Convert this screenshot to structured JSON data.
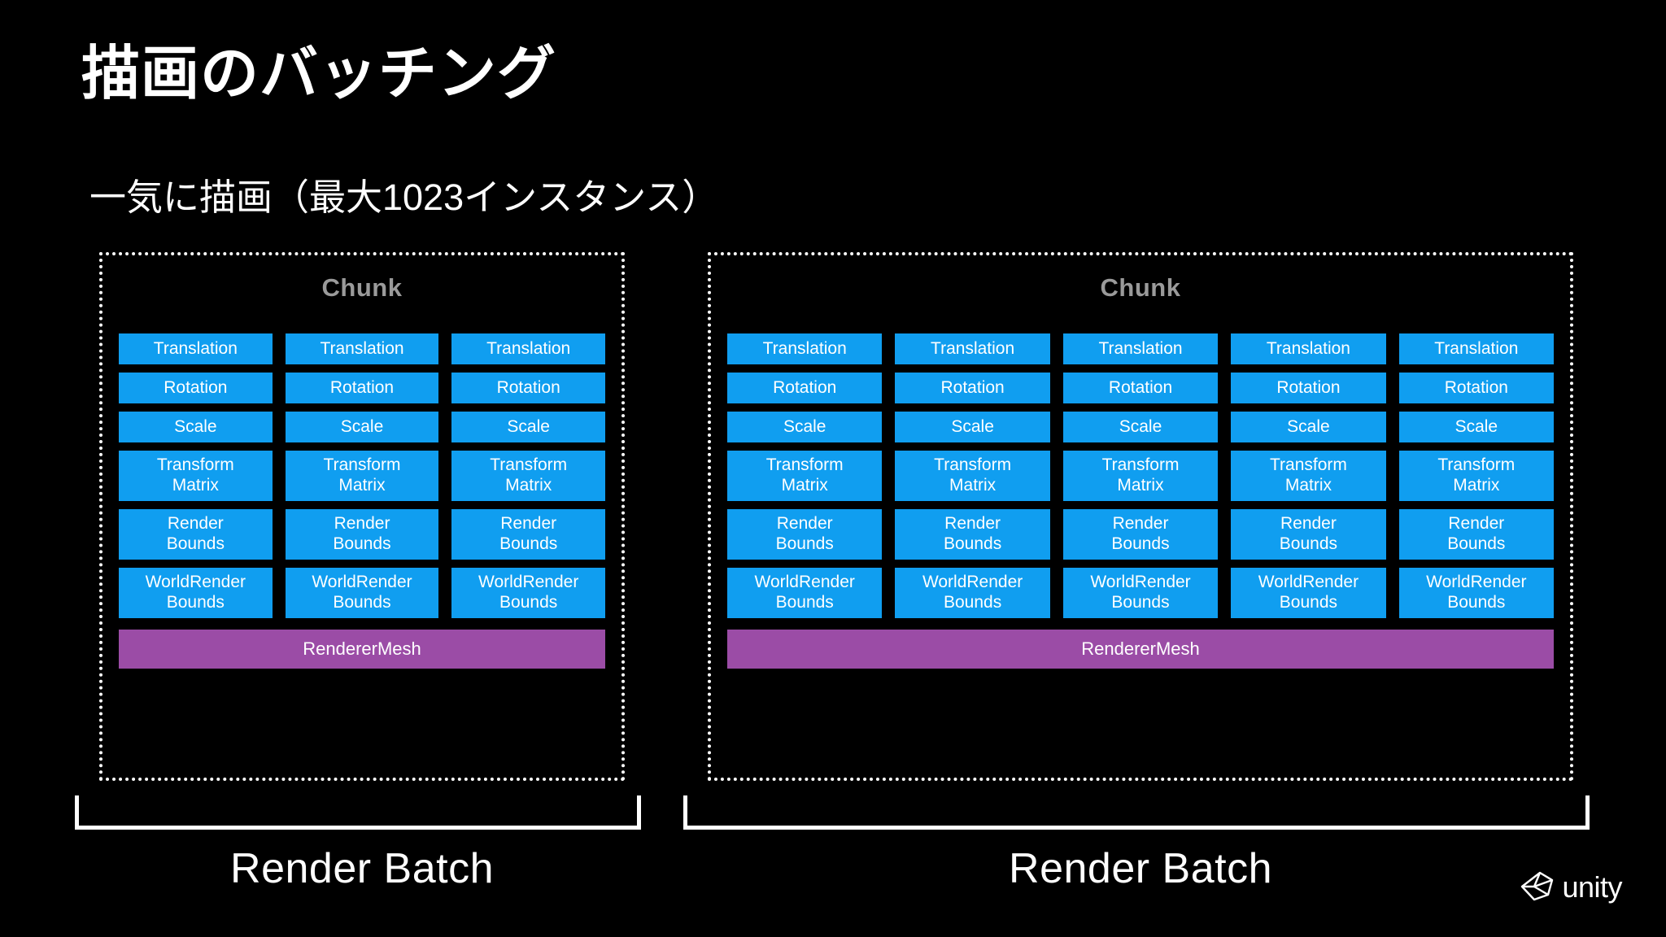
{
  "slide": {
    "title": "描画のバッチング",
    "subtitle": "一気に描画（最大1023インスタンス）",
    "background_color": "#000000"
  },
  "colors": {
    "component_blue": "#109EF0",
    "mesh_purple": "#9B4CA6",
    "chunk_title_gray": "#9A9A9A",
    "text_white": "#FFFFFF"
  },
  "component_rows": [
    {
      "label": "Translation",
      "height": "single"
    },
    {
      "label": "Rotation",
      "height": "single"
    },
    {
      "label": "Scale",
      "height": "single"
    },
    {
      "label": "Transform\nMatrix",
      "height": "double"
    },
    {
      "label": "Render\nBounds",
      "height": "double"
    },
    {
      "label": "WorldRender\nBounds",
      "height": "double"
    }
  ],
  "groups": [
    {
      "id": "left",
      "chunk_title": "Chunk",
      "instance_count": 3,
      "shared_mesh_label": "RendererMesh",
      "batch_label": "Render Batch",
      "entities": [
        {
          "Translation": "Translation",
          "Rotation": "Rotation",
          "Scale": "Scale",
          "TransformMatrix": "Transform\nMatrix",
          "RenderBounds": "Render\nBounds",
          "WorldRenderBounds": "WorldRender\nBounds"
        },
        {
          "Translation": "Translation",
          "Rotation": "Rotation",
          "Scale": "Scale",
          "TransformMatrix": "Transform\nMatrix",
          "RenderBounds": "Render\nBounds",
          "WorldRenderBounds": "WorldRender\nBounds"
        },
        {
          "Translation": "Translation",
          "Rotation": "Rotation",
          "Scale": "Scale",
          "TransformMatrix": "Transform\nMatrix",
          "RenderBounds": "Render\nBounds",
          "WorldRenderBounds": "WorldRender\nBounds"
        }
      ]
    },
    {
      "id": "right",
      "chunk_title": "Chunk",
      "instance_count": 5,
      "shared_mesh_label": "RendererMesh",
      "batch_label": "Render Batch",
      "entities": [
        {
          "Translation": "Translation",
          "Rotation": "Rotation",
          "Scale": "Scale",
          "TransformMatrix": "Transform\nMatrix",
          "RenderBounds": "Render\nBounds",
          "WorldRenderBounds": "WorldRender\nBounds"
        },
        {
          "Translation": "Translation",
          "Rotation": "Rotation",
          "Scale": "Scale",
          "TransformMatrix": "Transform\nMatrix",
          "RenderBounds": "Render\nBounds",
          "WorldRenderBounds": "WorldRender\nBounds"
        },
        {
          "Translation": "Translation",
          "Rotation": "Rotation",
          "Scale": "Scale",
          "TransformMatrix": "Transform\nMatrix",
          "RenderBounds": "Render\nBounds",
          "WorldRenderBounds": "WorldRender\nBounds"
        },
        {
          "Translation": "Translation",
          "Rotation": "Rotation",
          "Scale": "Scale",
          "TransformMatrix": "Transform\nMatrix",
          "RenderBounds": "Render\nBounds",
          "WorldRenderBounds": "WorldRender\nBounds"
        },
        {
          "Translation": "Translation",
          "Rotation": "Rotation",
          "Scale": "Scale",
          "TransformMatrix": "Transform\nMatrix",
          "RenderBounds": "Render\nBounds",
          "WorldRenderBounds": "WorldRender\nBounds"
        }
      ]
    }
  ],
  "branding": {
    "logo_icon": "unity-cube-icon",
    "logo_text": "unity"
  }
}
